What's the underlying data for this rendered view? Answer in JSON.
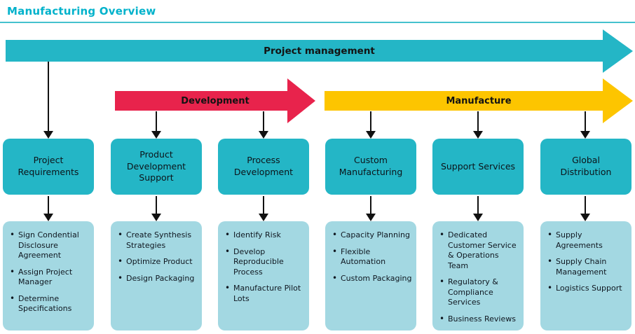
{
  "title": "Manufacturing Overview",
  "colors": {
    "teal": "#24b6c6",
    "light_teal": "#a3d8e2",
    "red": "#e8234c",
    "yellow": "#fdc500",
    "title_cyan": "#00b2cb",
    "arrow_black": "#111111"
  },
  "banners": {
    "project_management": "Project management",
    "development": "Development",
    "manufacture": "Manufacture"
  },
  "columns": [
    {
      "box": "Project Requirements",
      "items": [
        "Sign Condential Disclosure Agreement",
        "Assign Project Manager",
        "Determine Specifications"
      ]
    },
    {
      "box": "Product Development Support",
      "items": [
        "Create Synthesis Strategies",
        "Optimize Product",
        "Design Packaging"
      ]
    },
    {
      "box": "Process Development",
      "items": [
        "Identify Risk",
        "Develop Reproducible Process",
        "Manufacture Pilot Lots"
      ]
    },
    {
      "box": "Custom Manufacturing",
      "items": [
        "Capacity Planning",
        "Flexible Automation",
        "Custom Packaging"
      ]
    },
    {
      "box": "Support Services",
      "items": [
        "Dedicated Customer Service & Operations Team",
        "Regulatory & Compliance Services",
        "Business Reviews"
      ]
    },
    {
      "box": "Global Distribution",
      "items": [
        "Supply Agreements",
        "Supply Chain Management",
        "Logistics Support"
      ]
    }
  ]
}
